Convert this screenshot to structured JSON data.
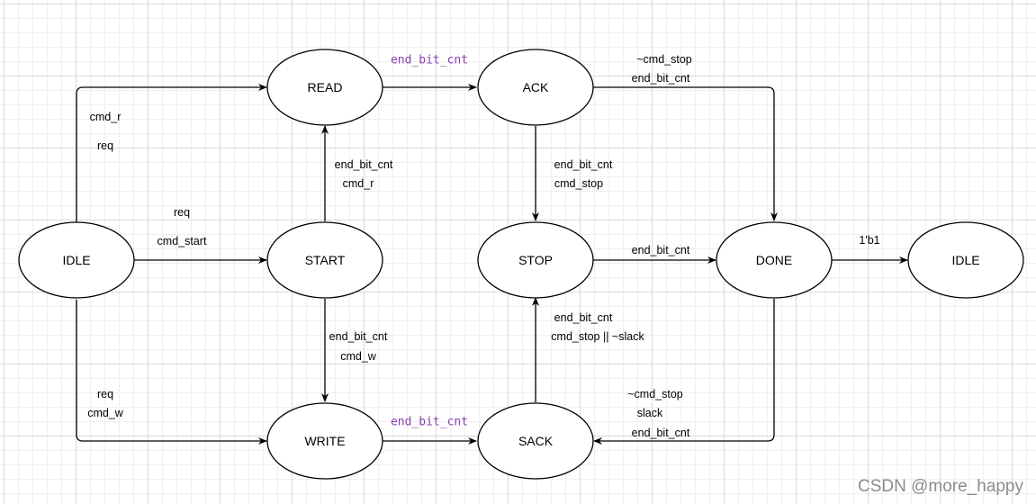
{
  "states": {
    "idle_left": "IDLE",
    "read": "READ",
    "ack": "ACK",
    "start": "START",
    "stop": "STOP",
    "done": "DONE",
    "idle_right": "IDLE",
    "write": "WRITE",
    "sack": "SACK"
  },
  "transitions": {
    "idle_to_read": [
      "cmd_r",
      "req"
    ],
    "idle_to_start": [
      "req",
      "cmd_start"
    ],
    "idle_to_write": [
      "req",
      "cmd_w"
    ],
    "read_to_ack": [
      "end_bit_cnt"
    ],
    "start_to_read": [
      "end_bit_cnt",
      "cmd_r"
    ],
    "start_to_write": [
      "end_bit_cnt",
      "cmd_w"
    ],
    "ack_to_done": [
      "~cmd_stop",
      "end_bit_cnt"
    ],
    "ack_to_stop": [
      "end_bit_cnt",
      "cmd_stop"
    ],
    "stop_to_done": [
      "end_bit_cnt"
    ],
    "done_to_idle": [
      "1'b1"
    ],
    "sack_to_stop": [
      "end_bit_cnt",
      "cmd_stop || ~slack"
    ],
    "done_to_sack": [
      "~cmd_stop",
      "slack",
      "end_bit_cnt"
    ],
    "write_to_sack": [
      "end_bit_cnt"
    ]
  },
  "watermark": "CSDN @more_happy"
}
